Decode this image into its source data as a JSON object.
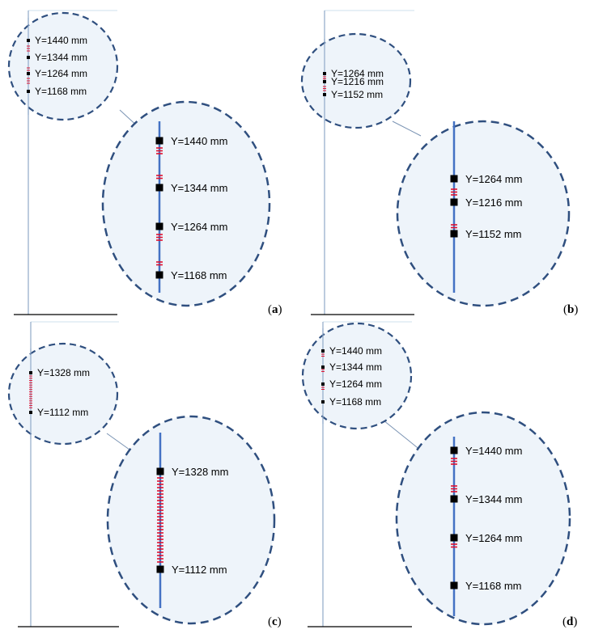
{
  "colors": {
    "rod": "#4472c4",
    "bubble_fill": "#eef4fa",
    "bubble_border": "#2f4f7f",
    "spring": "#e0102f",
    "node": "#000000",
    "ground": "#000000"
  },
  "panels": [
    {
      "id": "a",
      "letter": "a",
      "labels": [
        "Y=1440 mm",
        "Y=1344 mm",
        "Y=1264 mm",
        "Y=1168 mm"
      ]
    },
    {
      "id": "b",
      "letter": "b",
      "labels": [
        "Y=1264 mm",
        "Y=1216 mm",
        "Y=1152 mm"
      ]
    },
    {
      "id": "c",
      "letter": "c",
      "labels": [
        "Y=1328 mm",
        "Y=1112 mm"
      ]
    },
    {
      "id": "d",
      "letter": "d",
      "labels": [
        "Y=1440 mm",
        "Y=1344 mm",
        "Y=1264 mm",
        "Y=1168 mm"
      ]
    }
  ]
}
